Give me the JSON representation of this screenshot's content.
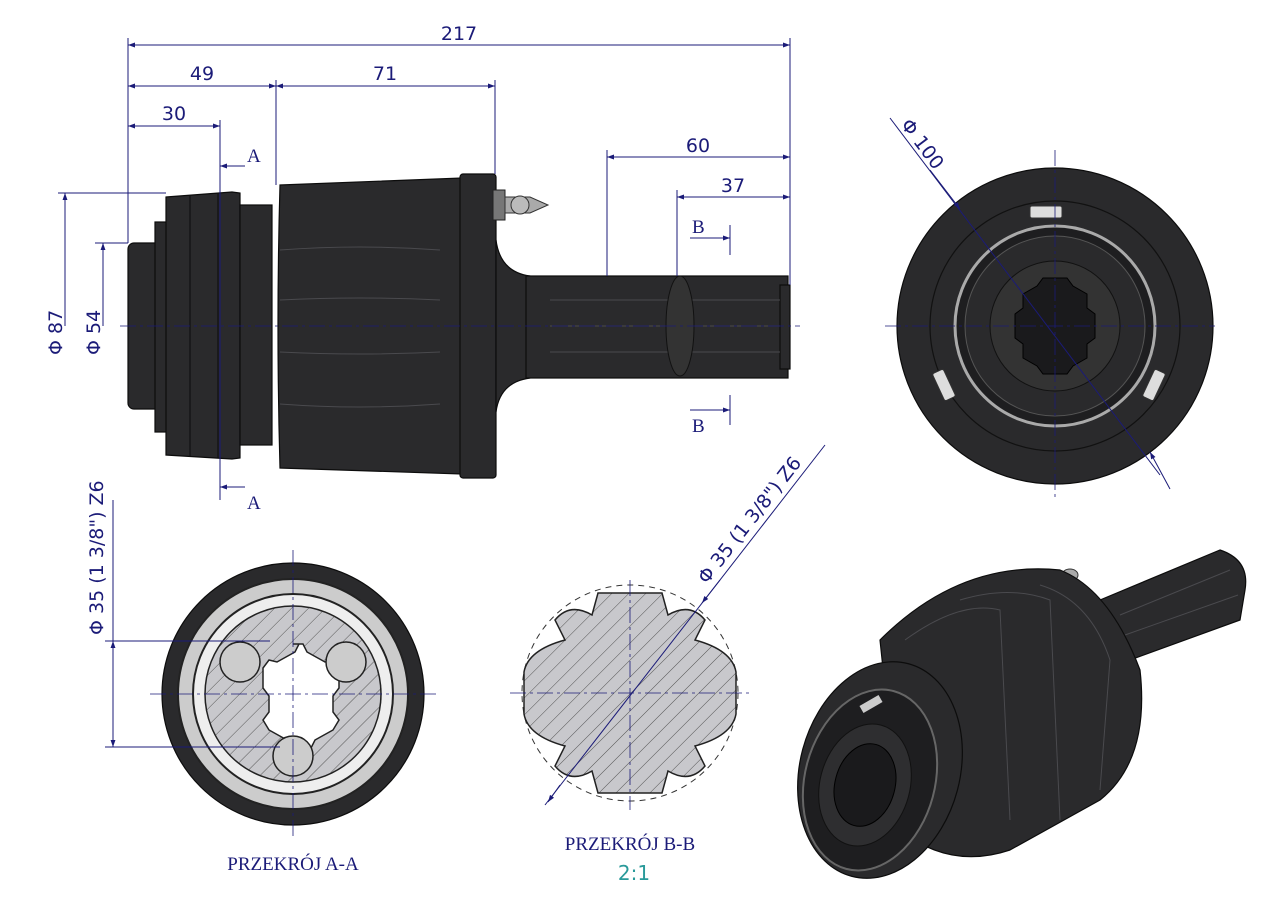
{
  "dimensions": {
    "overall_length": "217",
    "d49": "49",
    "d71": "71",
    "d30": "30",
    "d60": "60",
    "d37": "37",
    "dia87": "Φ 87",
    "dia54": "Φ 54",
    "dia100": "Φ 100",
    "spline_a": "Φ 35  (1 3/8\") Z6",
    "spline_b": "Φ 35  (1 3/8\") Z6"
  },
  "section_marks": {
    "a_top": "A",
    "a_bottom": "A",
    "b_top": "B",
    "b_bottom": "B"
  },
  "labels": {
    "section_aa": "PRZEKRÓJ A-A",
    "section_bb": "PRZEKRÓJ B-B",
    "scale_bb": "2:1"
  },
  "colors": {
    "dimension": "#1b1b78",
    "part": "#2a2a2c",
    "scale": "#2a9a9a"
  }
}
